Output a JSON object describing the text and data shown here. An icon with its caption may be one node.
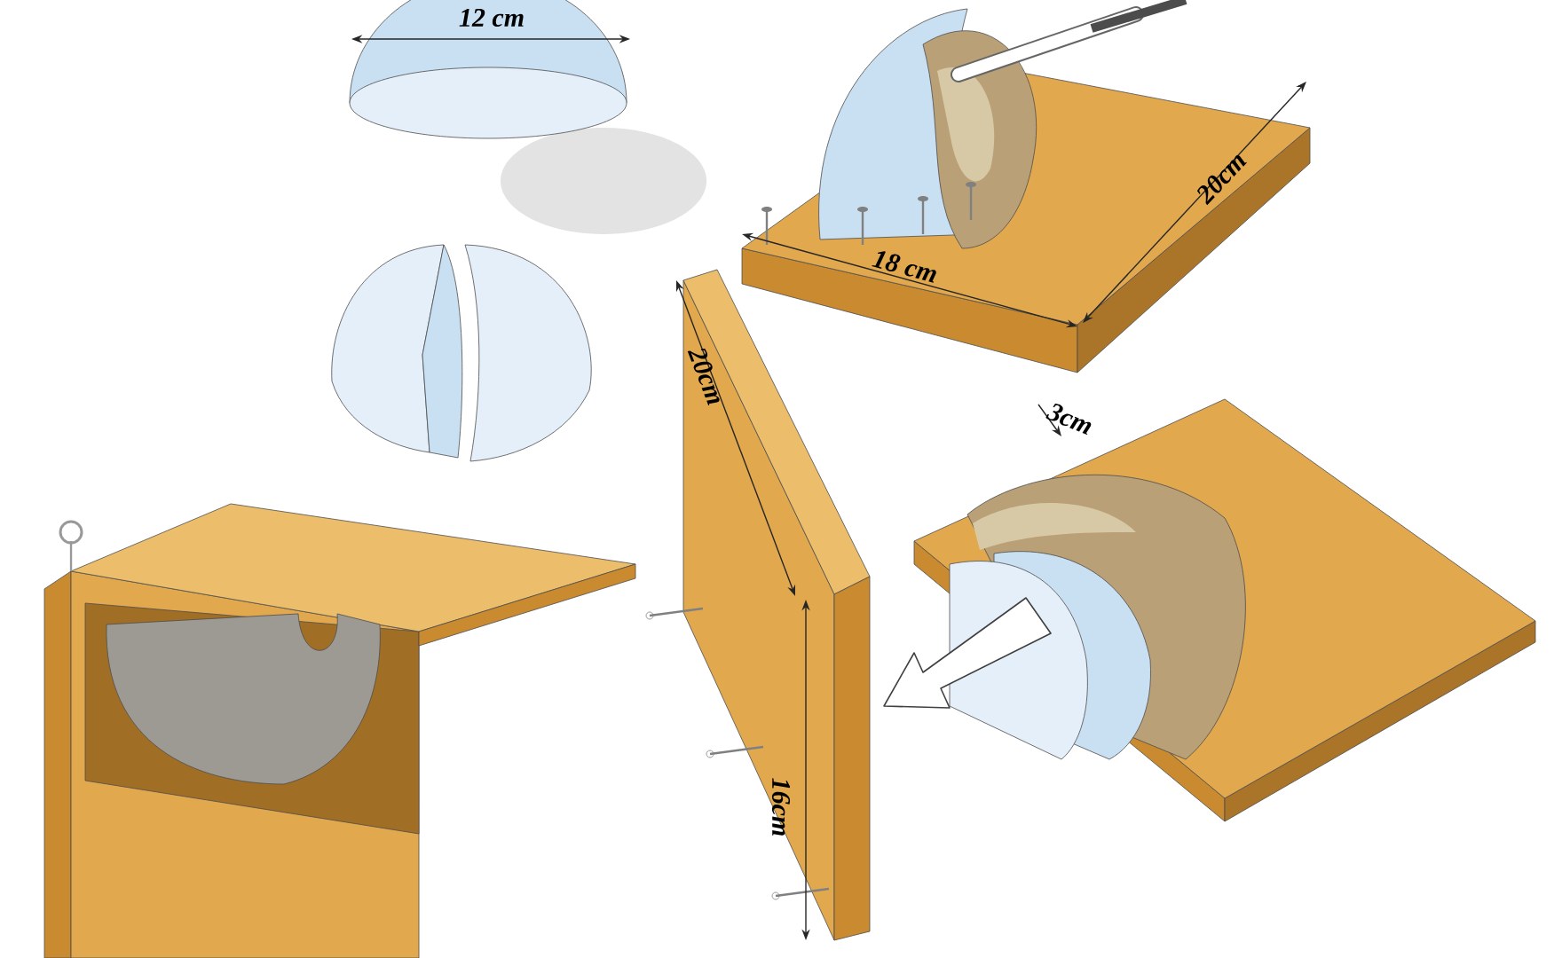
{
  "diagram": {
    "labels": [
      "12 cm",
      "20cm",
      "18 cm",
      "20cm",
      "3cm",
      "16cm"
    ]
  }
}
